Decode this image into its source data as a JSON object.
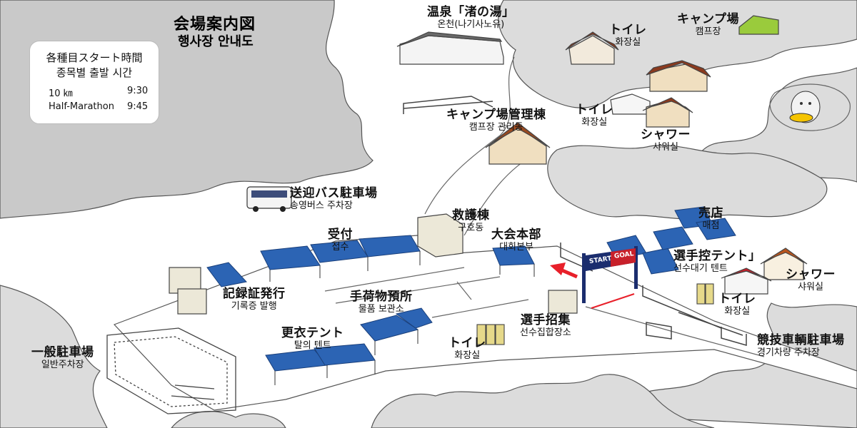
{
  "title": {
    "ja": "会場案内図",
    "ko": "행사장 안내도"
  },
  "start_times": {
    "heading_ja": "各種目スタート時間",
    "heading_ko": "종목별 출발 시간",
    "rows": [
      {
        "event": "10 ㎞",
        "time": "9:30"
      },
      {
        "event": "Half-Marathon",
        "time": "9:45"
      }
    ]
  },
  "labels": {
    "onsen": {
      "ja": "温泉「渚の湯」",
      "ko": "온천(나기사노유)"
    },
    "toilet_north": {
      "ja": "トイレ",
      "ko": "화장실"
    },
    "campsite": {
      "ja": "キャンプ場",
      "ko": "캠프장"
    },
    "camp_office": {
      "ja": "キャンプ場管理棟",
      "ko": "캠프장 관리동"
    },
    "toilet_camp": {
      "ja": "トイレ",
      "ko": "화장실"
    },
    "shower_camp": {
      "ja": "シャワー",
      "ko": "샤워실"
    },
    "shuttle_bus_parking": {
      "ja": "送迎バス駐車場",
      "ko": "송영버스 주차장"
    },
    "first_aid": {
      "ja": "救護棟",
      "ko": "구호동"
    },
    "reception": {
      "ja": "受付",
      "ko": "접수"
    },
    "headquarters": {
      "ja": "大会本部",
      "ko": "대회본부"
    },
    "shop": {
      "ja": "売店",
      "ko": "매점"
    },
    "waiting_tent": {
      "ja": "選手控テント」",
      "ko": "선수대기 텐트"
    },
    "shower_east": {
      "ja": "シャワー",
      "ko": "샤워실"
    },
    "toilet_east": {
      "ja": "トイレ",
      "ko": "화장실"
    },
    "certificate": {
      "ja": "記録証発行",
      "ko": "기록증 발행"
    },
    "baggage": {
      "ja": "手荷物預所",
      "ko": "물품 보관소"
    },
    "assembly": {
      "ja": "選手招集",
      "ko": "선수집합장소"
    },
    "changing_tent": {
      "ja": "更衣テント",
      "ko": "탈의 텐트"
    },
    "toilet_south": {
      "ja": "トイレ",
      "ko": "화장실"
    },
    "general_parking": {
      "ja": "一般駐車場",
      "ko": "일반주차장"
    },
    "vehicle_parking": {
      "ja": "競技車輌駐車場",
      "ko": "경기차량 주차장"
    }
  },
  "gate": {
    "start": "START",
    "goal": "GOAL"
  },
  "colors": {
    "tree_fill": "#dcdcdc",
    "sea_fill": "#c8c8c8",
    "tent_blue": "#2c64b4",
    "arrow_red": "#e8202a",
    "gate_navy": "#1b2d6e",
    "roof_brown": "#8b3a1e",
    "camp_green": "#9acb3c"
  },
  "icons": [
    "bus-icon",
    "start-goal-arch-icon",
    "direction-arrow-icon",
    "mascot-icon"
  ]
}
